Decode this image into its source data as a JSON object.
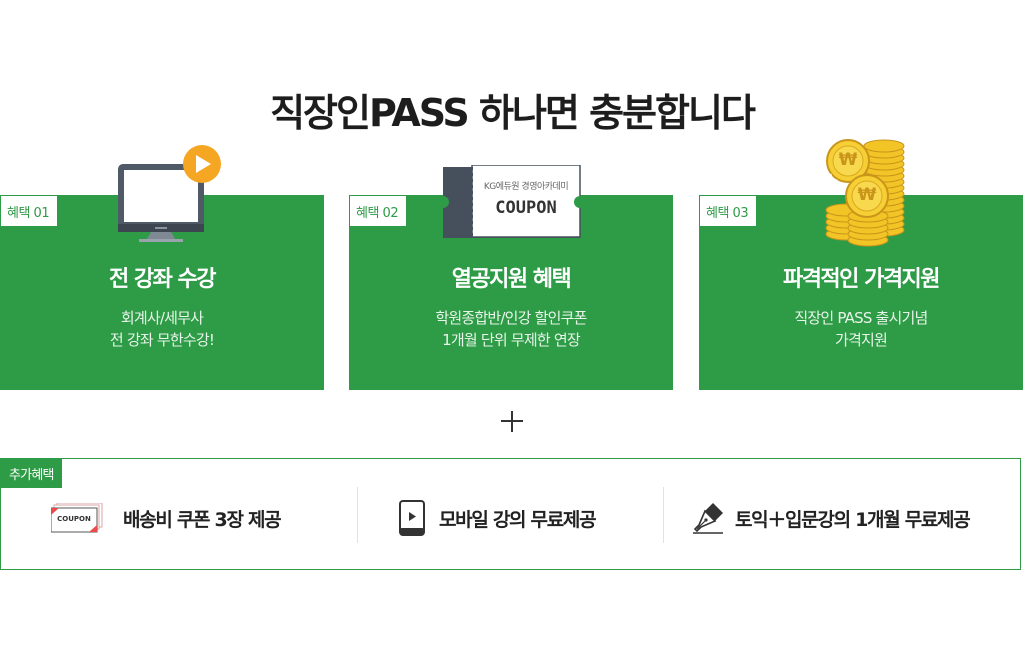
{
  "title": "직장인PASS 하나면 충분합니다",
  "benefits": [
    {
      "badge": "혜택 01",
      "title": "전 강좌 수강",
      "desc": [
        "회계사/세무사",
        "전 강좌 무한수강!"
      ],
      "icon": "monitor-play-icon"
    },
    {
      "badge": "혜택 02",
      "title": "열공지원 혜택",
      "desc": [
        "학원종합반/인강 할인쿠폰",
        "1개월 단위 무제한 연장"
      ],
      "icon": "coupon-ticket-icon",
      "ticket_brand": "KG에듀원 경영아카데미",
      "ticket_text": "COUPON"
    },
    {
      "badge": "혜택 03",
      "title": "파격적인 가격지원",
      "desc": [
        "직장인 PASS 출시기념",
        "가격지원"
      ],
      "icon": "gold-coins-icon",
      "coin_symbol": "₩"
    }
  ],
  "plus_icon": "plus-icon",
  "extra": {
    "badge": "추가혜택",
    "items": [
      {
        "label": "배송비 쿠폰 3장 제공",
        "icon": "coupon-card-icon",
        "icon_text": "COUPON"
      },
      {
        "label": "모바일 강의 무료제공",
        "icon": "mobile-play-icon"
      },
      {
        "label": "토익＋입문강의 1개월 무료제공",
        "icon": "fountain-pen-icon"
      }
    ]
  },
  "colors": {
    "brand_green": "#2e9b46",
    "play_orange": "#f5a623",
    "coin_gold": "#f3c425"
  }
}
